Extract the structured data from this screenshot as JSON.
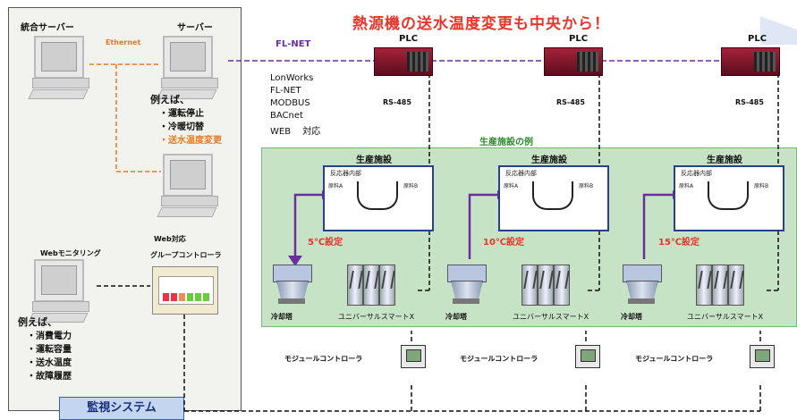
{
  "title": "熱源機の送水温度変更も中央から！",
  "left_panel": {
    "integrated_server": "統合サーバー",
    "server": "サーバー",
    "ethernet": "Ethernet",
    "examples_title": "例えば、",
    "examples": [
      "・運転停止",
      "・冷暖切替",
      "・送水温度変更"
    ],
    "web_monitoring": "Webモニタリング",
    "web_controller_line1": "Web対応",
    "web_controller_line2": "グループコントローラ",
    "monitor_examples_title": "例えば、",
    "monitor_examples": [
      "・消費電力",
      "・運転容量",
      "・送水温度",
      "・故障履歴"
    ]
  },
  "system_label": "監視システム",
  "network": {
    "fl_net": "FL-NET",
    "protocols": [
      "LonWorks",
      "FL-NET",
      "MODBUS",
      "BACnet",
      "WEB　 対応"
    ],
    "plc": "PLC",
    "rs485": "RS-485"
  },
  "production": {
    "example_label": "生産施設の例",
    "facility": "生産施設",
    "reactor": "反応器内部",
    "material_a": "原料A",
    "material_b": "原料B",
    "cooling_tower": "冷却塔",
    "universal": "ユニバーサルスマートX",
    "module_controller": "モジュールコントローラ",
    "settings": [
      "5℃設定",
      "10℃設定",
      "15℃設定"
    ]
  },
  "colors": {
    "title_red": "#e8352a",
    "ethernet_orange": "#e87a2a",
    "fl_net_purple": "#6a2f9a",
    "green_panel": "#c7e3c5",
    "system_blue": "#c3d5ef"
  }
}
